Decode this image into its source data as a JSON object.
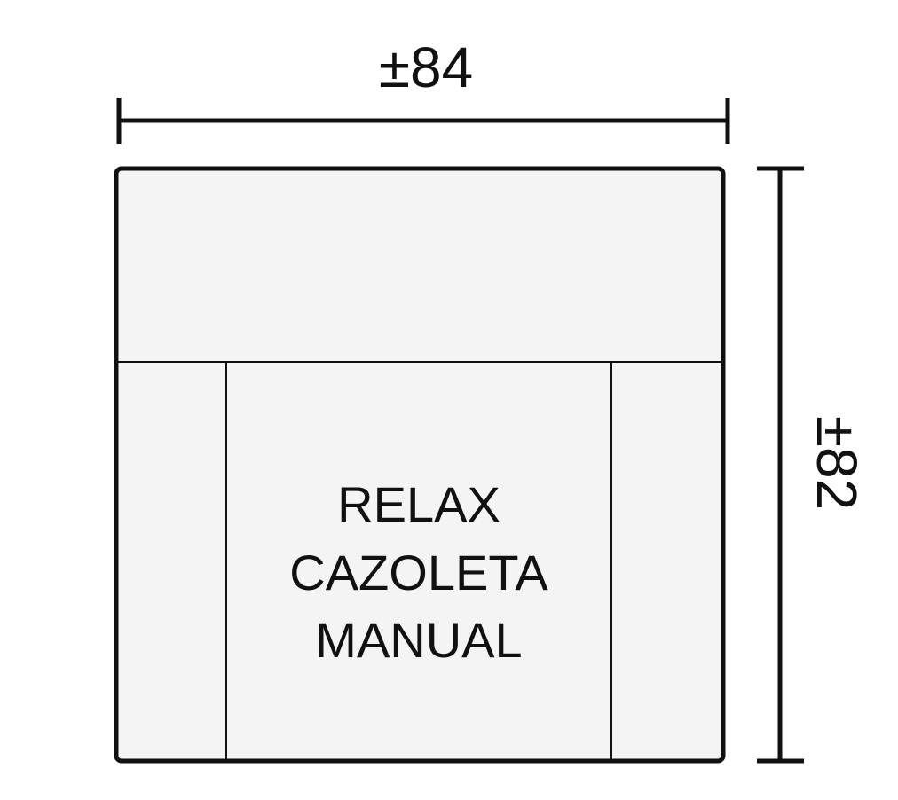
{
  "dimensions": {
    "width_label": "±84",
    "height_label": "±82"
  },
  "module": {
    "label_lines": [
      "RELAX",
      "CAZOLETA",
      "MANUAL"
    ]
  }
}
